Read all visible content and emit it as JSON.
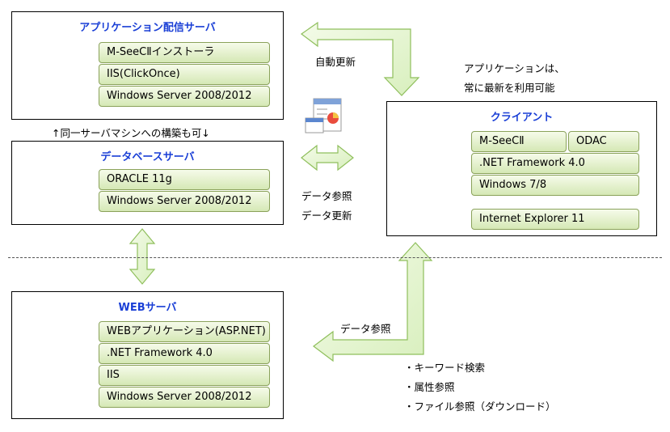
{
  "app_server": {
    "title": "アプリケーション配信サーバ",
    "items": [
      "M-SeeCⅡインストーラ",
      "IIS(ClickOnce)",
      "Windows Server 2008/2012"
    ]
  },
  "db_server": {
    "title": "データベースサーバ",
    "items": [
      "ORACLE 11g",
      "Windows Server 2008/2012"
    ]
  },
  "web_server": {
    "title": "WEBサーバ",
    "items": [
      "WEBアプリケーション(ASP.NET)",
      ".NET Framework 4.0",
      "IIS",
      "Windows Server 2008/2012"
    ]
  },
  "client": {
    "title": "クライアント",
    "items": [
      "M-SeeCⅡ",
      "ODAC",
      ".NET Framework 4.0",
      "Windows 7/8",
      "Internet Explorer 11"
    ]
  },
  "notes": {
    "auto_update": "自動更新",
    "client_note_1": "アプリケーションは、",
    "client_note_2": "常に最新を利用可能",
    "same_server": "↑同一サーバマシンへの構築も可↓",
    "data_ref": "データ参照",
    "data_update": "データ更新",
    "web_data_ref": "データ参照",
    "feature_1": "・キーワード検索",
    "feature_2": "・属性参照",
    "feature_3": "・ファイル参照（ダウンロード）"
  },
  "colors": {
    "title": "#1a3fd6",
    "arrow_fill": "#e6f4d2",
    "arrow_stroke": "#8fbf5c",
    "pill_border": "#8aa25a"
  },
  "icons": [
    "server-tower-icon",
    "database-server-icon",
    "web-server-icon",
    "client-monitors-icon",
    "document-chart-icon"
  ]
}
